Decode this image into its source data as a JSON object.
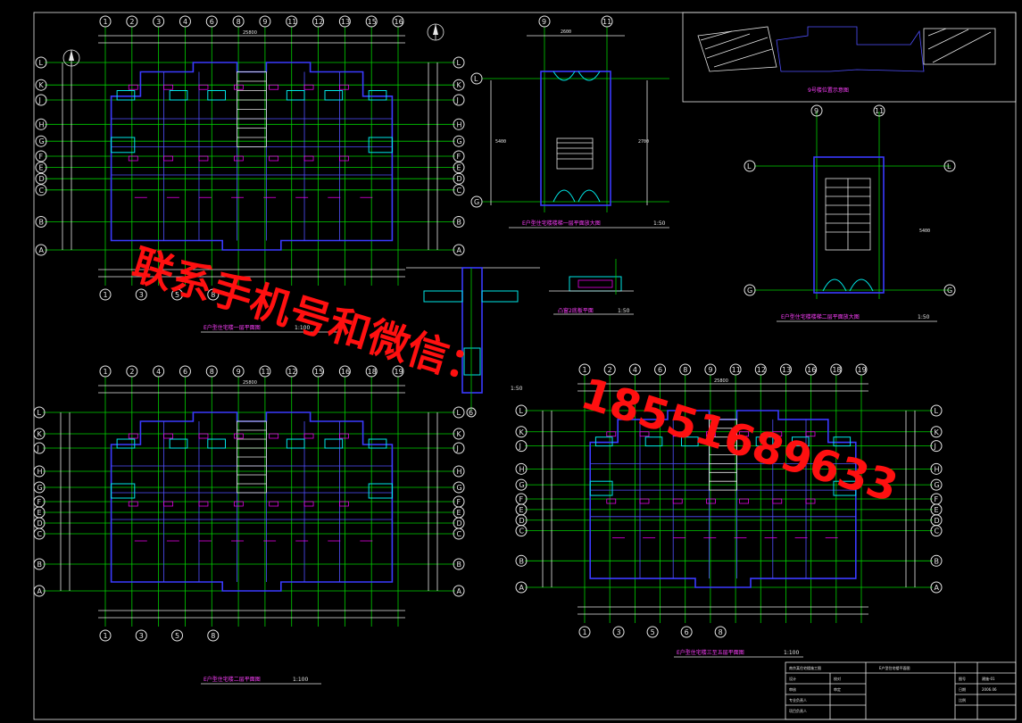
{
  "watermark": {
    "line1": "联系手机号和微信：",
    "line2": "18551689633",
    "color": "#ff1010"
  },
  "colors": {
    "background": "#000000",
    "walls": "#3a3aff",
    "grid": "#00d000",
    "accent": "#ff00ff",
    "cyan": "#00e6e6",
    "text": "#e6e6e6"
  },
  "plans": {
    "first_floor": {
      "title": "E户型住宅楼一层平面图",
      "scale": "1:100"
    },
    "second_floor": {
      "title": "E户型住宅楼二层平面图",
      "scale": "1:100"
    },
    "third_floor": {
      "title": "E户型住宅楼三至五层平面图",
      "scale": "1:100"
    }
  },
  "details": {
    "stair_first": {
      "title": "E户型住宅楼楼梯一层平面放大图",
      "scale": "1:50"
    },
    "stair_second": {
      "title": "E户型住宅楼楼梯二层平面放大图",
      "scale": "1:50"
    },
    "canopy": {
      "title": "凸窗2底板平面",
      "scale": "1:50"
    },
    "detail_scale": "1:50",
    "site_plan": {
      "title": "9号楼位置示意图"
    }
  },
  "axes": {
    "first_top": [
      "1",
      "2",
      "3",
      "4",
      "6",
      "8",
      "9",
      "11",
      "12",
      "13",
      "15",
      "16"
    ],
    "first_bottom": [
      "1",
      "3",
      "5",
      "8"
    ],
    "rows": [
      "L",
      "K",
      "J",
      "H",
      "G",
      "F",
      "E",
      "D",
      "C",
      "B",
      "A"
    ],
    "second_top": [
      "1",
      "2",
      "4",
      "6",
      "8",
      "9",
      "11",
      "12",
      "15",
      "16",
      "18",
      "19"
    ],
    "second_bottom": [
      "1",
      "3",
      "5",
      "8"
    ],
    "third_top": [
      "1",
      "2",
      "4",
      "6",
      "8",
      "9",
      "11",
      "12",
      "13",
      "16",
      "18",
      "19"
    ],
    "third_bottom": [
      "1",
      "3",
      "5",
      "6",
      "8"
    ],
    "stair_top": [
      "9",
      "11"
    ],
    "stair_rows": [
      "L",
      "G"
    ],
    "detail_axis": [
      "6"
    ]
  },
  "dims": {
    "total_width": "25800",
    "stair_height_a": "5400",
    "stair_height_b": "2700",
    "stair_width": "2600"
  },
  "title_block": {
    "project": "南京某住宅楼施工图",
    "drawing": "E户型住宅楼平面图",
    "fields": [
      "设计",
      "校对",
      "审核",
      "审定",
      "专业负责人",
      "项目负责人",
      "图号",
      "日期",
      "比例"
    ],
    "sheet_no": "建施-01",
    "date": "2006.06"
  }
}
